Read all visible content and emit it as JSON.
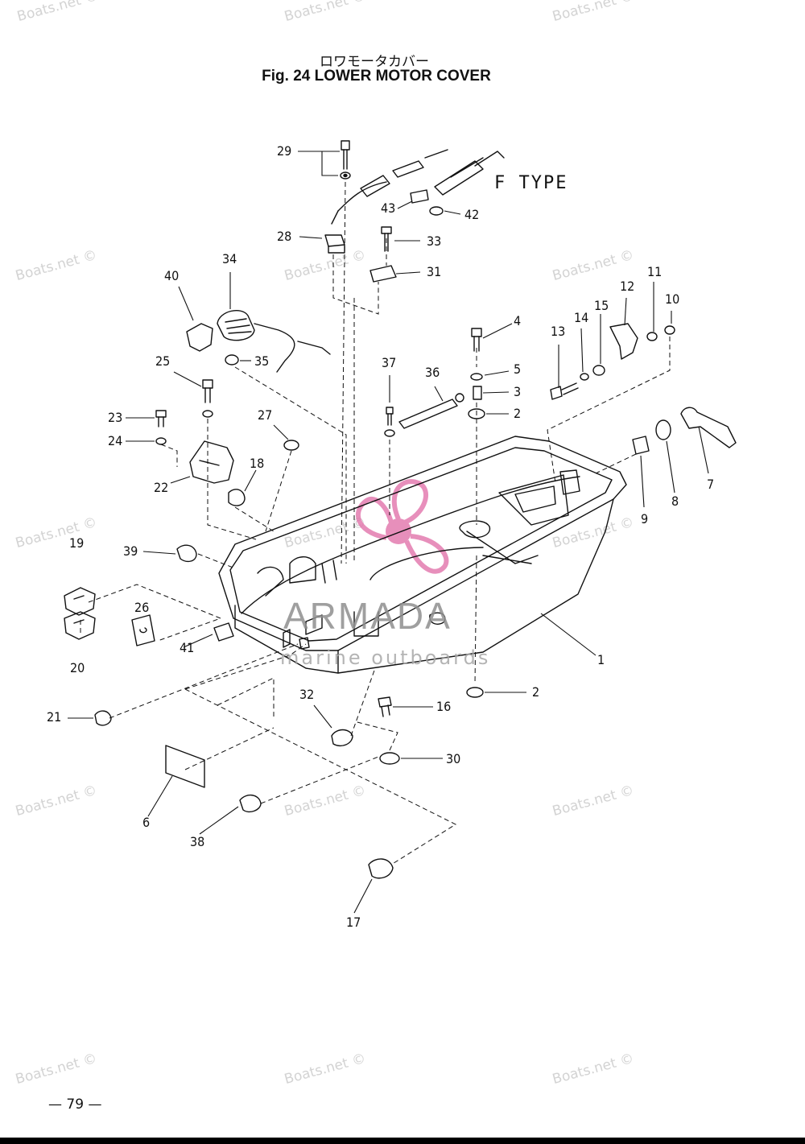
{
  "title_jp": "ロワモータカバー",
  "title": "Fig. 24   LOWER MOTOR COVER",
  "variant_label": "F TYPE",
  "page_number": "— 79 —",
  "watermark": "Boats.net ©",
  "logo": {
    "name": "ARMADA",
    "tagline": "marine outboards",
    "colors": {
      "propeller": "#e06aa5",
      "text": "#8f8f8f"
    }
  },
  "callouts": {
    "c1": "1",
    "c2a": "2",
    "c2b": "2",
    "c3": "3",
    "c4": "4",
    "c5": "5",
    "c6": "6",
    "c7": "7",
    "c8": "8",
    "c9": "9",
    "c10": "10",
    "c11": "11",
    "c12": "12",
    "c13": "13",
    "c14": "14",
    "c15": "15",
    "c16": "16",
    "c17": "17",
    "c18": "18",
    "c19": "19",
    "c20": "20",
    "c21": "21",
    "c22": "22",
    "c23": "23",
    "c24": "24",
    "c25": "25",
    "c26": "26",
    "c27": "27",
    "c28": "28",
    "c29": "29",
    "c30": "30",
    "c31": "31",
    "c32": "32",
    "c33": "33",
    "c34": "34",
    "c35": "35",
    "c36": "36",
    "c37": "37",
    "c38": "38",
    "c39": "39",
    "c40": "40",
    "c41": "41",
    "c42": "42",
    "c43": "43"
  }
}
